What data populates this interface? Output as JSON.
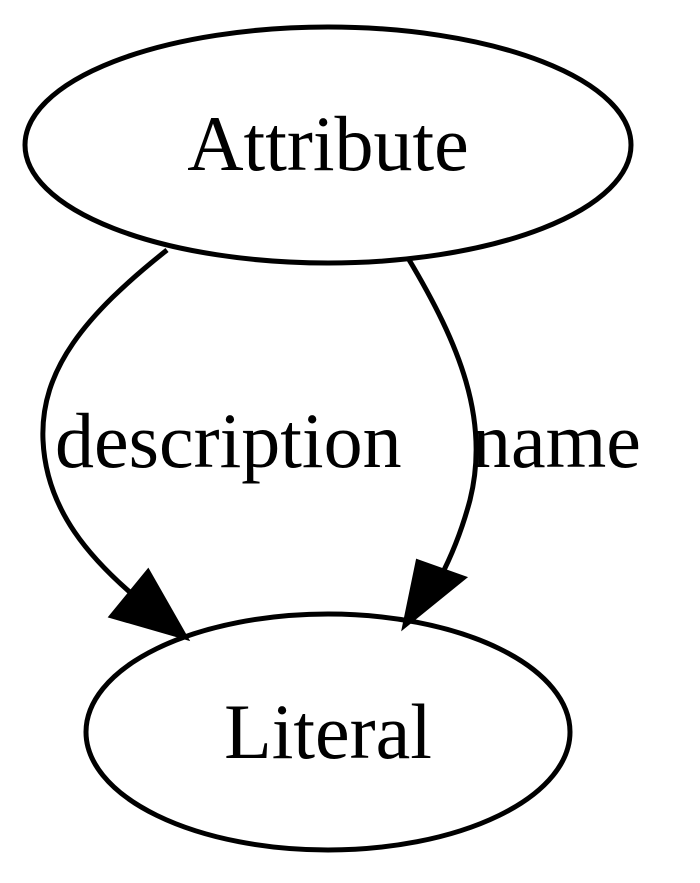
{
  "diagram": {
    "nodes": [
      {
        "id": "attribute",
        "label": "Attribute"
      },
      {
        "id": "literal",
        "label": "Literal"
      }
    ],
    "edges": [
      {
        "id": "description",
        "from": "attribute",
        "to": "literal",
        "label": "description"
      },
      {
        "id": "name",
        "from": "attribute",
        "to": "literal",
        "label": "name"
      }
    ]
  },
  "colors": {
    "stroke": "#000000",
    "background": "#ffffff"
  }
}
